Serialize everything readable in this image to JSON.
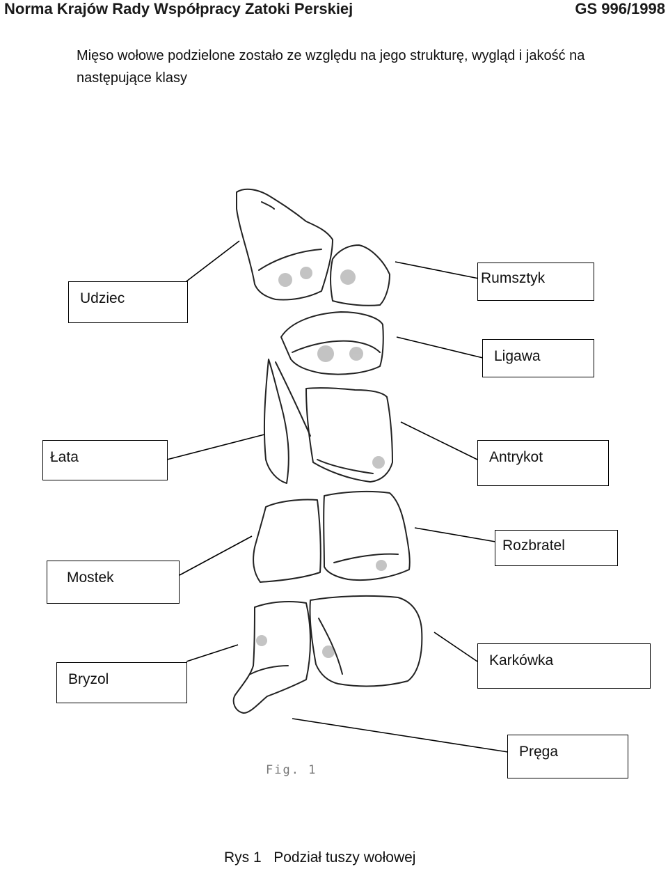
{
  "header": {
    "title": "Norma Krajów Rady Współpracy Zatoki Perskiej",
    "code": "GS 996/1998"
  },
  "intro": "Mięso wołowe podzielone zostało ze względu na jego strukturę, wygląd i jakość na następujące klasy",
  "labels": {
    "udziec": "Udziec",
    "rumsztyk": "Rumsztyk",
    "ligawa": "Ligawa",
    "lata": "Łata",
    "antrykot": "Antrykot",
    "rozbratel": "Rozbratel",
    "mostek": "Mostek",
    "bryzol": "Bryzol",
    "karkowka": "Karkówka",
    "prega": "Pręga"
  },
  "fig_note": "Fig. 1",
  "caption": {
    "number": "Rys 1",
    "text": "Podział tuszy wołowej"
  }
}
